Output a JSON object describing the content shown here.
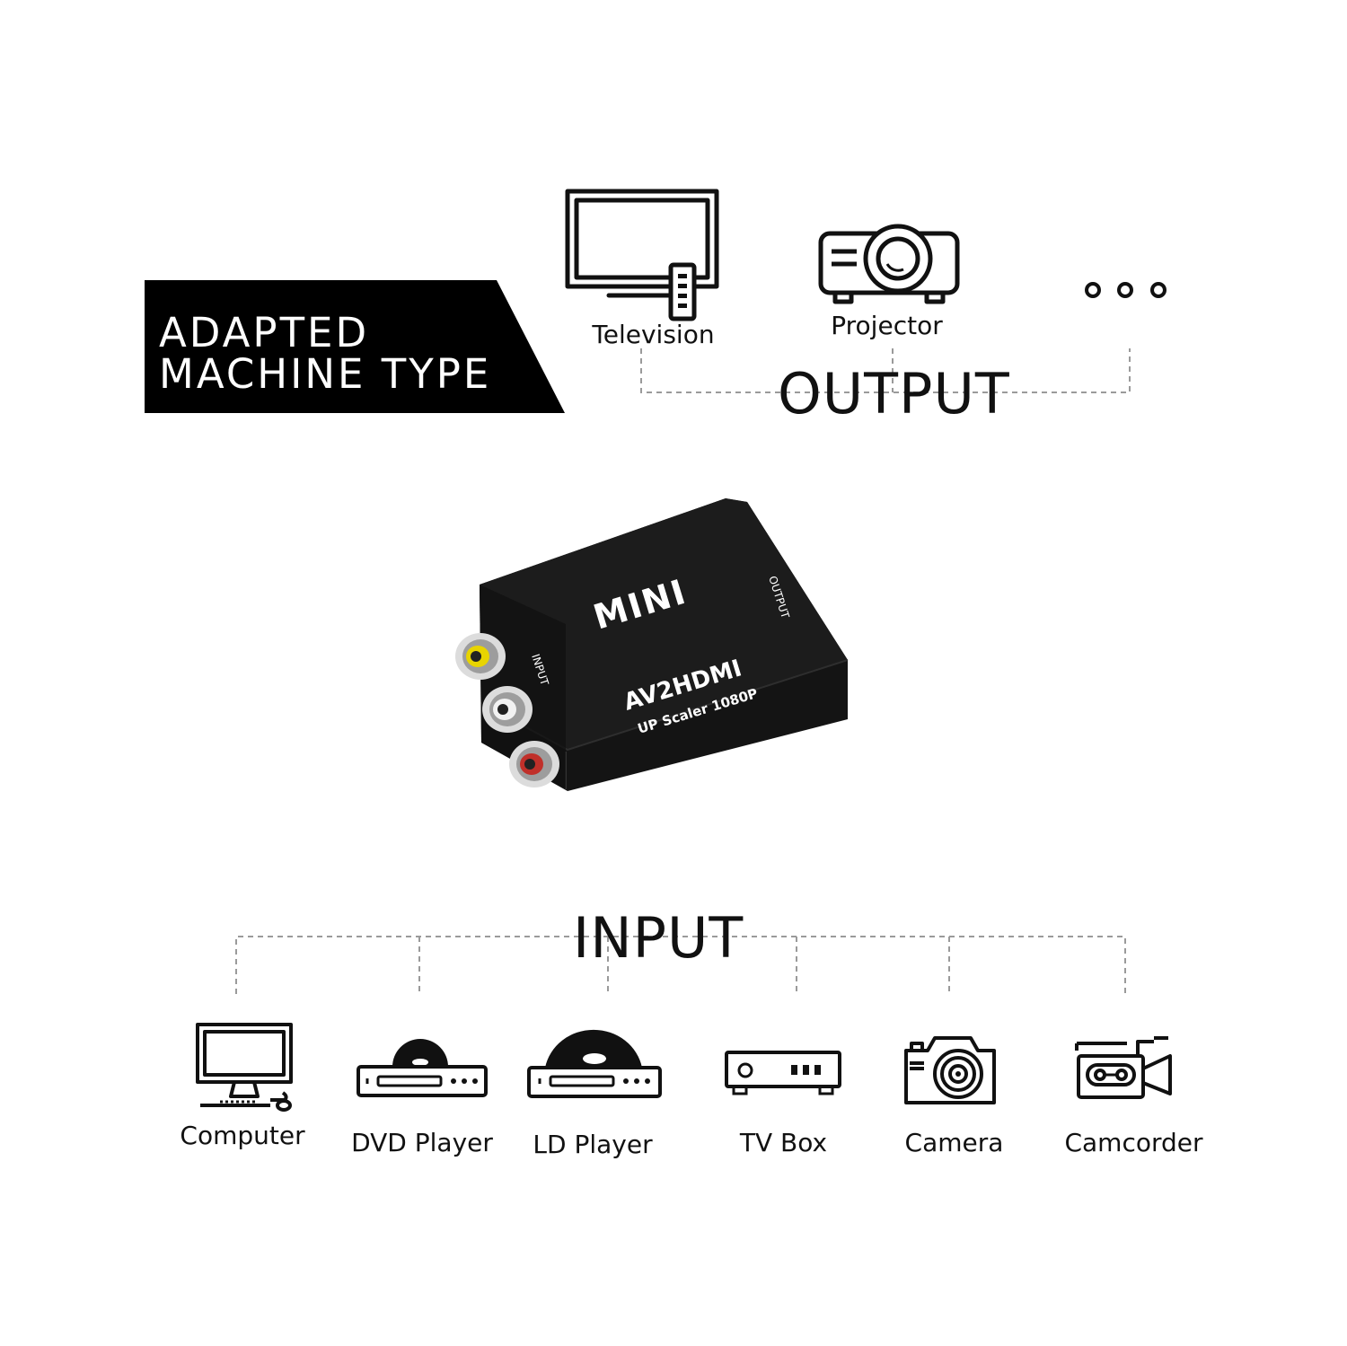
{
  "banner": {
    "line1": "ADAPTED",
    "line2": "MACHINE TYPE"
  },
  "output": {
    "heading": "OUTPUT",
    "devices": [
      {
        "label": "Television",
        "icon": "television-icon"
      },
      {
        "label": "Projector",
        "icon": "projector-icon"
      }
    ],
    "more_icon": "ellipsis-icon"
  },
  "product": {
    "brand": "MINI",
    "model": "AV2HDMI",
    "subtitle": "UP Scaler 1080P",
    "input_port_label": "INPUT",
    "output_port_label": "OUTPUT"
  },
  "input": {
    "heading": "INPUT",
    "devices": [
      {
        "label": "Computer",
        "icon": "computer-icon"
      },
      {
        "label": "DVD Player",
        "icon": "dvd-player-icon"
      },
      {
        "label": "LD Player",
        "icon": "ld-player-icon"
      },
      {
        "label": "TV Box",
        "icon": "tv-box-icon"
      },
      {
        "label": "Camera",
        "icon": "camera-icon"
      },
      {
        "label": "Camcorder",
        "icon": "camcorder-icon"
      }
    ]
  },
  "colors": {
    "banner_bg": "#000000",
    "banner_text": "#ffffff",
    "connector_line": "#9a9a9a",
    "rca_yellow": "#e8d400",
    "rca_white": "#f2f2f2",
    "rca_red": "#c0302a"
  }
}
